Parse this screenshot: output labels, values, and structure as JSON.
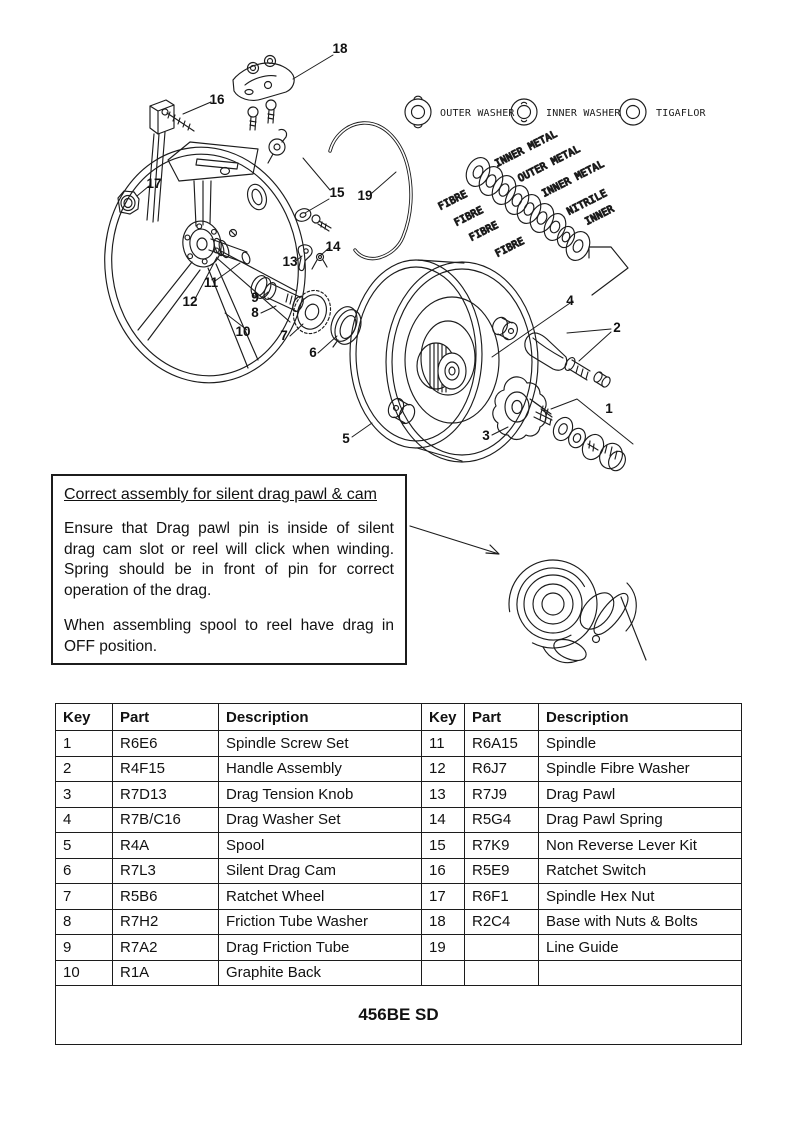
{
  "legend": {
    "items": [
      {
        "icon": "outer-washer-icon",
        "label": "OUTER WASHER"
      },
      {
        "icon": "inner-washer-icon",
        "label": "INNER WASHER"
      },
      {
        "icon": "tigaflor-washer-icon",
        "label": "TIGAFLOR"
      }
    ]
  },
  "diagram": {
    "washer_stack_labels_left": [
      "FIBRE",
      "FIBRE",
      "FIBRE",
      "FIBRE"
    ],
    "washer_stack_labels_right": [
      "INNER METAL",
      "OUTER METAL",
      "INNER METAL",
      "NITRILE",
      "INNER"
    ],
    "callouts": [
      "1",
      "2",
      "3",
      "4",
      "5",
      "6",
      "7",
      "8",
      "9",
      "10",
      "11",
      "12",
      "13",
      "14",
      "15",
      "16",
      "17",
      "18",
      "19"
    ]
  },
  "note_box": {
    "title": "Correct assembly for silent drag pawl & cam",
    "paragraph1": "Ensure that Drag pawl pin is inside of silent drag cam slot or reel will click when winding. Spring should be in front of pin for correct operation of the drag.",
    "paragraph2": "When assembling spool to reel have drag in OFF position."
  },
  "parts_table": {
    "headers": [
      "Key",
      "Part",
      "Description",
      "Key",
      "Part",
      "Description"
    ],
    "rows": [
      [
        "1",
        "R6E6",
        "Spindle Screw Set",
        "11",
        "R6A15",
        "Spindle"
      ],
      [
        "2",
        "R4F15",
        "Handle Assembly",
        "12",
        "R6J7",
        "Spindle Fibre Washer"
      ],
      [
        "3",
        "R7D13",
        "Drag Tension Knob",
        "13",
        "R7J9",
        "Drag Pawl"
      ],
      [
        "4",
        "R7B/C16",
        "Drag Washer Set",
        "14",
        "R5G4",
        "Drag Pawl Spring"
      ],
      [
        "5",
        "R4A",
        "Spool",
        "15",
        "R7K9",
        "Non Reverse Lever Kit"
      ],
      [
        "6",
        "R7L3",
        "Silent Drag Cam",
        "16",
        "R5E9",
        "Ratchet Switch"
      ],
      [
        "7",
        "R5B6",
        "Ratchet Wheel",
        "17",
        "R6F1",
        "Spindle Hex Nut"
      ],
      [
        "8",
        "R7H2",
        "Friction Tube Washer",
        "18",
        "R2C4",
        "Base with Nuts & Bolts"
      ],
      [
        "9",
        "R7A2",
        "Drag Friction Tube",
        "19",
        "",
        "Line Guide"
      ],
      [
        "10",
        "R1A",
        "Graphite Back",
        "",
        "",
        ""
      ]
    ],
    "footer": "456BE SD"
  }
}
